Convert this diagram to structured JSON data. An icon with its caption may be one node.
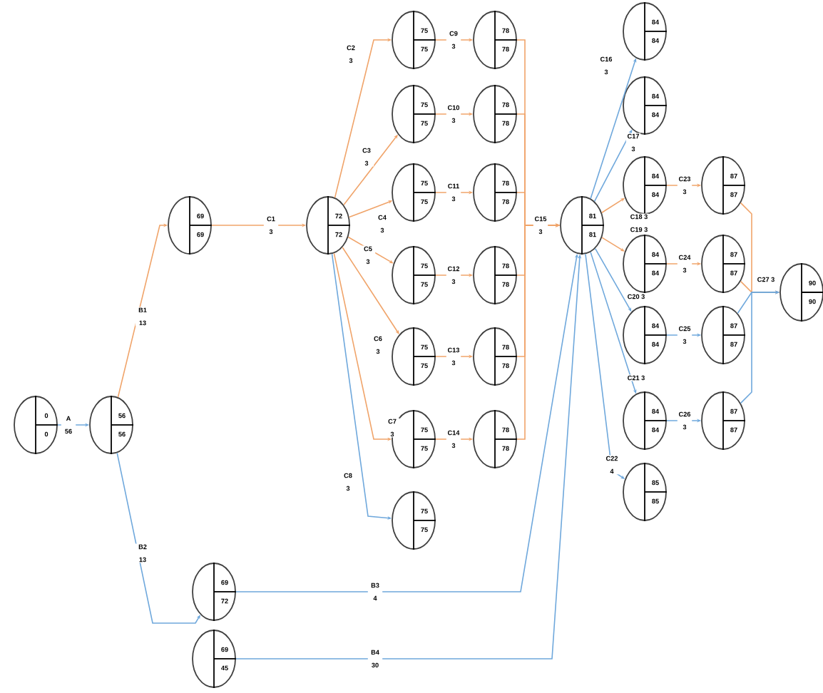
{
  "diagram": {
    "nodes": [
      {
        "text": [
          "0",
          "0"
        ]
      },
      {
        "text": [
          "56",
          "56"
        ]
      },
      {
        "text": [
          "69",
          "69"
        ]
      },
      {
        "text": [
          "72",
          "72"
        ]
      },
      {
        "text": [
          "75",
          "75"
        ]
      },
      {
        "text": [
          "75",
          "75"
        ]
      },
      {
        "text": [
          "75",
          "75"
        ]
      },
      {
        "text": [
          "75",
          "75"
        ]
      },
      {
        "text": [
          "75",
          "75"
        ]
      },
      {
        "text": [
          "75",
          "75"
        ]
      },
      {
        "text": [
          "75",
          "75"
        ]
      },
      {
        "text": [
          "78",
          "78"
        ]
      },
      {
        "text": [
          "78",
          "78"
        ]
      },
      {
        "text": [
          "78",
          "78"
        ]
      },
      {
        "text": [
          "78",
          "78"
        ]
      },
      {
        "text": [
          "78",
          "78"
        ]
      },
      {
        "text": [
          "78",
          "78"
        ]
      },
      {
        "text": [
          "81",
          "81"
        ]
      },
      {
        "text": [
          "84",
          "84"
        ]
      },
      {
        "text": [
          "84",
          "84"
        ]
      },
      {
        "text": [
          "84",
          "84"
        ]
      },
      {
        "text": [
          "84",
          "84"
        ]
      },
      {
        "text": [
          "84",
          "84"
        ]
      },
      {
        "text": [
          "84",
          "84"
        ]
      },
      {
        "text": [
          "85",
          "85"
        ]
      },
      {
        "text": [
          "87",
          "87"
        ]
      },
      {
        "text": [
          "87",
          "87"
        ]
      },
      {
        "text": [
          "87",
          "87"
        ]
      },
      {
        "text": [
          "87",
          "87"
        ]
      },
      {
        "text": [
          "90",
          "90"
        ]
      },
      {
        "text": [
          "69",
          "72"
        ]
      },
      {
        "text": [
          "69",
          "45"
        ]
      }
    ],
    "edges": [
      {
        "from": 0,
        "to": 1,
        "arrow": "to",
        "label": "A 56",
        "color": "#6fa8dc"
      },
      {
        "from": 1,
        "to": 2,
        "arrow": "to",
        "label": "B1 13"
      },
      {
        "from": 1,
        "to": 30,
        "arrow": "to",
        "label": "B2 13",
        "color": "#6fa8dc"
      },
      {
        "from": 2,
        "to": 3,
        "arrow": "to",
        "label": "C1 3"
      },
      {
        "from": 3,
        "to": 4,
        "arrow": "to",
        "label": "C2 3"
      },
      {
        "from": 3,
        "to": 5,
        "arrow": "to",
        "label": "C3 3"
      },
      {
        "from": 3,
        "to": 6,
        "arrow": "to",
        "label": "C4 3"
      },
      {
        "from": 3,
        "to": 7,
        "arrow": "to",
        "label": "C5 3"
      },
      {
        "from": 3,
        "to": 8,
        "arrow": "to",
        "label": "C6 3"
      },
      {
        "from": 3,
        "to": 9,
        "arrow": "to",
        "label": "C7 3"
      },
      {
        "from": 3,
        "to": 10,
        "arrow": "to",
        "label": "C8 3",
        "color": "#6fa8dc"
      },
      {
        "from": 4,
        "to": 11,
        "arrow": "to",
        "label": "C9 3"
      },
      {
        "from": 5,
        "to": 12,
        "arrow": "to",
        "label": "C10 3"
      },
      {
        "from": 6,
        "to": 13,
        "arrow": "to",
        "label": "C11 3"
      },
      {
        "from": 7,
        "to": 14,
        "arrow": "to",
        "label": "C12 3"
      },
      {
        "from": 8,
        "to": 15,
        "arrow": "to",
        "label": "C13 3"
      },
      {
        "from": 9,
        "to": 16,
        "arrow": "to",
        "label": "C14 3"
      },
      {
        "from": 11,
        "to": 17,
        "arrow": "to",
        "label": "C15 3"
      },
      {
        "from": 12,
        "to": 17,
        "arrow": "to"
      },
      {
        "from": 13,
        "to": 17,
        "arrow": "to"
      },
      {
        "from": 14,
        "to": 17,
        "arrow": "to"
      },
      {
        "from": 15,
        "to": 17,
        "arrow": "to"
      },
      {
        "from": 16,
        "to": 17,
        "arrow": "to"
      },
      {
        "from": 30,
        "to": 17,
        "arrow": "to",
        "label": "B3 4",
        "color": "#6fa8dc"
      },
      {
        "from": 31,
        "to": 17,
        "arrow": "to",
        "label": "B4 30",
        "color": "#6fa8dc"
      },
      {
        "from": 17,
        "to": 18,
        "arrow": "to",
        "label": "C16 3",
        "color": "#6fa8dc"
      },
      {
        "from": 17,
        "to": 19,
        "arrow": "to",
        "label": "C17 3",
        "color": "#6fa8dc"
      },
      {
        "from": 17,
        "to": 20,
        "arrow": "to",
        "label": "C18 3"
      },
      {
        "from": 17,
        "to": 21,
        "arrow": "to",
        "label": "C19 3"
      },
      {
        "from": 17,
        "to": 22,
        "arrow": "to",
        "label": "C20 3",
        "color": "#6fa8dc"
      },
      {
        "from": 17,
        "to": 23,
        "arrow": "to",
        "label": "C21 3",
        "color": "#6fa8dc"
      },
      {
        "from": 17,
        "to": 24,
        "arrow": "to",
        "label": "C22 4",
        "color": "#6fa8dc"
      },
      {
        "from": 20,
        "to": 25,
        "arrow": "to",
        "label": "C23 3"
      },
      {
        "from": 21,
        "to": 26,
        "arrow": "to",
        "label": "C24 3"
      },
      {
        "from": 22,
        "to": 27,
        "arrow": "to",
        "label": "C25 3",
        "color": "#6fa8dc"
      },
      {
        "from": 23,
        "to": 28,
        "arrow": "to",
        "label": "C26 3",
        "color": "#6fa8dc"
      },
      {
        "from": 25,
        "to": 29,
        "arrow": "to"
      },
      {
        "from": 26,
        "to": 29,
        "arrow": "to",
        "label": "C27 3"
      },
      {
        "from": 27,
        "to": 29,
        "arrow": "to",
        "color": "#6fa8dc"
      },
      {
        "from": 28,
        "to": 29,
        "arrow": "to",
        "color": "#6fa8dc"
      }
    ]
  }
}
